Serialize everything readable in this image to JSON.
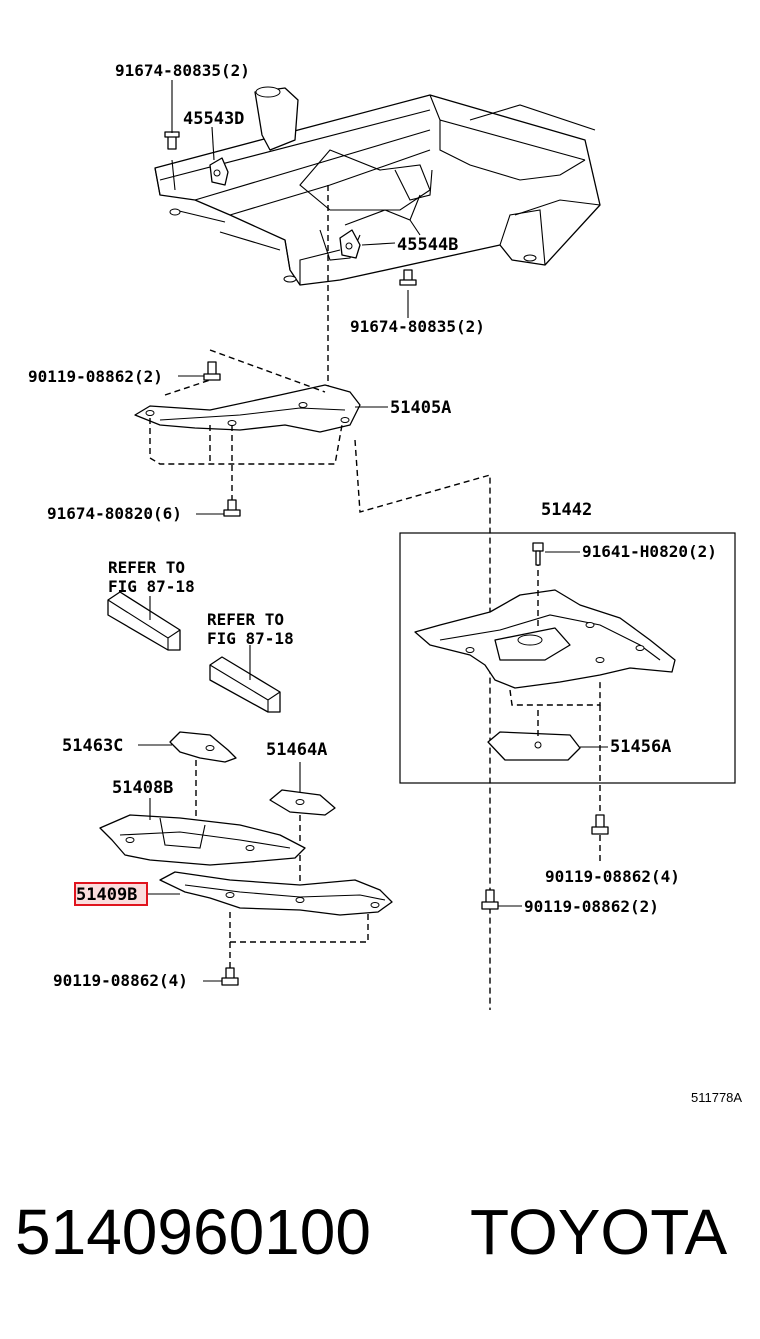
{
  "labels": {
    "bolt_frame_top": "91674-80835(2)",
    "bracket_left": "45543D",
    "bracket_right": "45544B",
    "bolt_frame_bottom": "91674-80835(2)",
    "bolt_51405_top": "90119-08862(2)",
    "cover_51405": "51405A",
    "bolt_51405_bottom": "91674-80820(6)",
    "cover_51442": "51442",
    "bolt_51442": "91641-H0820(2)",
    "cover_51456": "51456A",
    "bolt_51456": "90119-08862(4)",
    "bolt_center": "90119-08862(2)",
    "refer_1_line1": "REFER TO",
    "refer_1_line2": "FIG 87-18",
    "refer_2_line1": "REFER TO",
    "refer_2_line2": "FIG 87-18",
    "cover_51463": "51463C",
    "cover_51464": "51464A",
    "cover_51408": "51408B",
    "cover_51409": "51409B",
    "bolt_51409": "90119-08862(4)"
  },
  "diagram_code": "511778A",
  "footer": {
    "part_number": "5140960100",
    "brand": "TOYOTA"
  },
  "highlight_color": "#e0141e"
}
